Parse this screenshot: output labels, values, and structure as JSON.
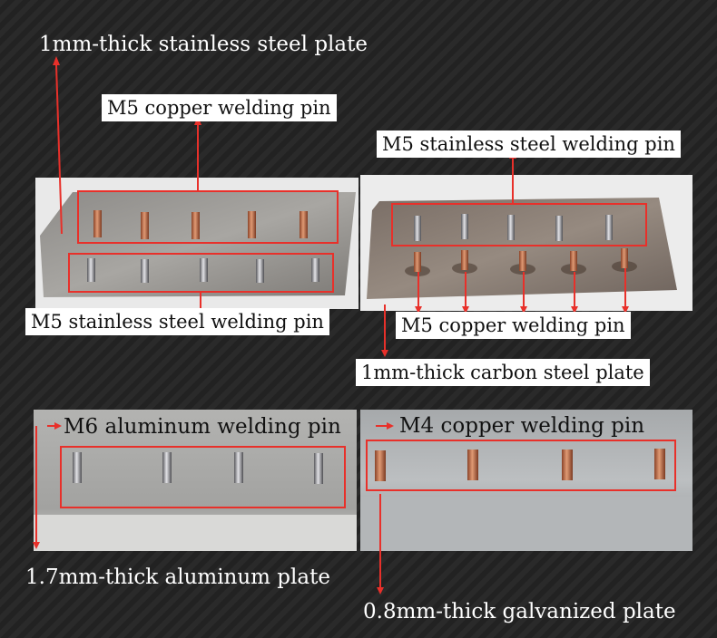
{
  "labels": {
    "top_left_plate": "1mm-thick stainless steel plate",
    "top_left_copper_pin": "M5 copper welding pin",
    "top_left_stainless_pin": "M5 stainless steel welding pin",
    "top_right_stainless_pin": "M5 stainless steel welding pin",
    "top_right_copper_pin": "M5 copper welding pin",
    "top_right_plate": "1mm-thick carbon steel plate",
    "bottom_left_pin": "M6 aluminum welding pin",
    "bottom_left_plate": "1.7mm-thick aluminum plate",
    "bottom_right_pin": "M4 copper welding pin",
    "bottom_right_plate": "0.8mm-thick galvanized plate"
  },
  "colors": {
    "annotation": "#e8302a",
    "background": "#262626",
    "copper": "#c06a45",
    "steel": "#9a9a9e"
  }
}
